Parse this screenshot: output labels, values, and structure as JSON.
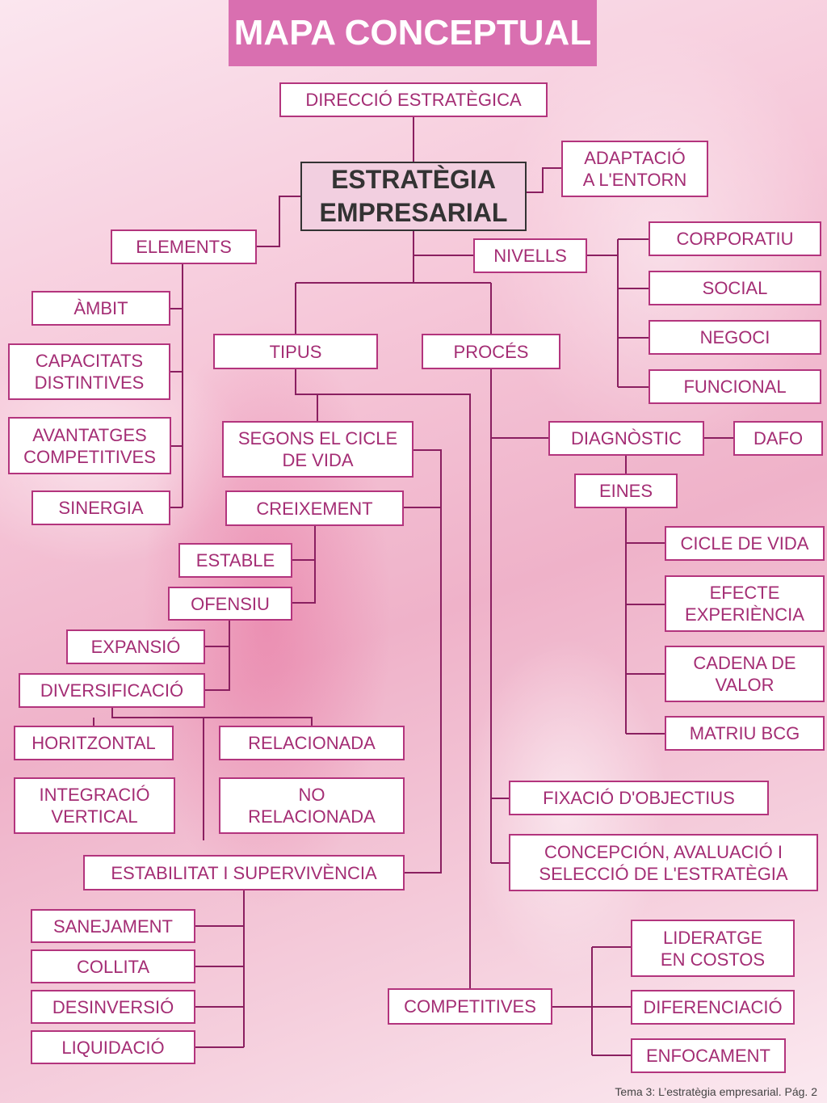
{
  "title": "MAPA CONCEPTUAL",
  "nodes": {
    "direccio": "DIRECCIÓ ESTRATÈGICA",
    "estrategia": "ESTRATÈGIA\nEMPRESARIAL",
    "adaptacio": "ADAPTACIÓ\nA L'ENTORN",
    "elements": "ELEMENTS",
    "nivells": "NIVELLS",
    "corporatiu": "CORPORATIU",
    "social": "SOCIAL",
    "negoci": "NEGOCI",
    "funcional": "FUNCIONAL",
    "ambit": "ÀMBIT",
    "capacitats": "CAPACITATS\nDISTINTIVES",
    "avantatges": "AVANTATGES\nCOMPETITIVES",
    "sinergia": "SINERGIA",
    "tipus": "TIPUS",
    "proces": "PROCÉS",
    "cicle_vida_segons": "SEGONS EL CICLE\nDE VIDA",
    "creixement": "CREIXEMENT",
    "estable": "ESTABLE",
    "ofensiu": "OFENSIU",
    "expansio": "EXPANSIÓ",
    "diversificacio": "DIVERSIFICACIÓ",
    "horitzontal": "HORITZONTAL",
    "relacionada": "RELACIONADA",
    "integracio": "INTEGRACIÓ\nVERTICAL",
    "no_relacionada": "NO\nRELACIONADA",
    "estabilitat": "ESTABILITAT I SUPERVIVÈNCIA",
    "sanejament": "SANEJAMENT",
    "collita": "COLLITA",
    "desinversio": "DESINVERSIÓ",
    "liquidacio": "LIQUIDACIÓ",
    "diagnostic": "DIAGNÒSTIC",
    "dafo": "DAFO",
    "eines": "EINES",
    "cicle_de_vida": "CICLE DE VIDA",
    "efecte_experiencia": "EFECTE\nEXPERIÈNCIA",
    "cadena_valor": "CADENA DE\nVALOR",
    "matriu_bcg": "MATRIU BCG",
    "fixacio": "FIXACIÓ D'OBJECTIUS",
    "concepcio": "CONCEPCIÓN, AVALUACIÓ I\nSELECCIÓ DE L'ESTRATÈGIA",
    "competitives": "COMPETITIVES",
    "lideratge": "LIDERATGE\nEN COSTOS",
    "diferenciacio": "DIFERENCIACIÓ",
    "enfocament": "ENFOCAMENT"
  },
  "footer": "Tema 3: L’estratègia empresarial. Pág. 2",
  "colors": {
    "title_bg": "#d96fb0",
    "node_text": "#a42d74",
    "node_border": "#b3347d",
    "main_bg": "#f2cfe0"
  }
}
